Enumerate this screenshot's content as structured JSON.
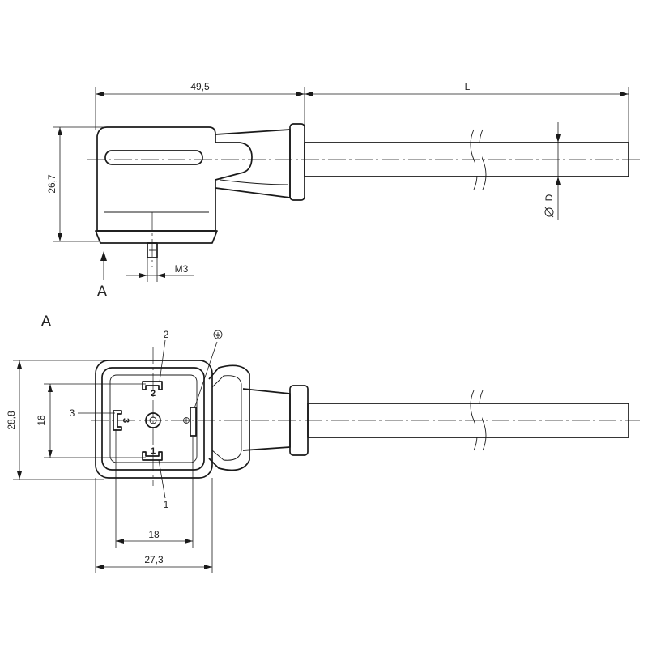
{
  "dimensions": {
    "connector_length": "49,5",
    "cable_length": "L",
    "height": "26,7",
    "thread": "M3",
    "cable_diameter": "D",
    "face_height": "28,8",
    "pin_spacing_vertical": "18",
    "pin_spacing_horizontal": "18",
    "face_width": "27,3"
  },
  "labels": {
    "view_arrow": "A",
    "view_title": "A"
  },
  "pins": {
    "pin1_callout": "1",
    "pin2_callout": "2",
    "pin3_callout": "3",
    "pin1_mark": "1",
    "pin2_mark": "2",
    "pin3_mark": "3"
  },
  "icons": {
    "ground": "ground-symbol-icon",
    "diameter": "diameter-symbol-icon"
  }
}
